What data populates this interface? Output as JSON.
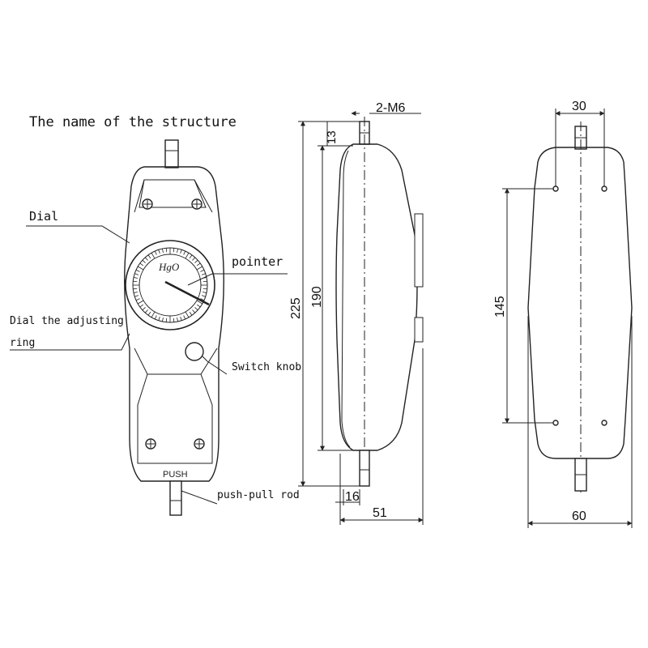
{
  "title": "The name of the structure",
  "labels": {
    "dial": "Dial",
    "pointer": "pointer",
    "adjusting_ring_line1": "Dial the adjusting",
    "adjusting_ring_line2": "ring",
    "switch_knob": "Switch knob",
    "push_pull_rod": "push-pull rod"
  },
  "face_markings": {
    "brand": "HgO",
    "push": "PUSH"
  },
  "dimensions": {
    "thread": "2-M6",
    "top_gap": "13",
    "overall_length": "225",
    "body_length": "190",
    "rod_length": "16",
    "side_depth": "51",
    "hole_spacing_vertical": "145",
    "top_width": "30",
    "body_width": "60"
  }
}
